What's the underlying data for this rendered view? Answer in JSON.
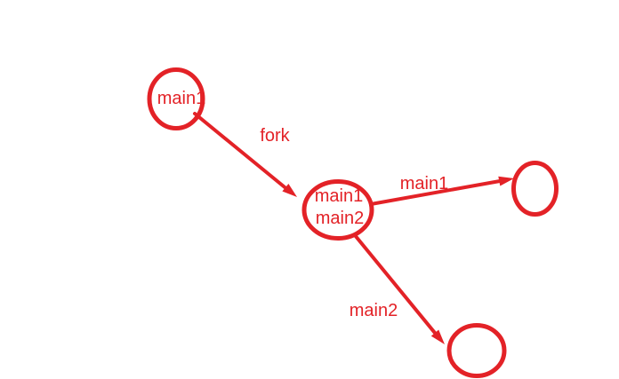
{
  "diagram": {
    "background_color": "#ffffff",
    "accent_color": "#e32227",
    "nodes": [
      {
        "labels": [
          "main1"
        ]
      },
      {
        "labels": [
          "main1",
          "main2"
        ]
      },
      {
        "labels": []
      },
      {
        "labels": []
      }
    ],
    "edges": [
      {
        "label": "fork"
      },
      {
        "label": "main1"
      },
      {
        "label": "main2"
      }
    ]
  }
}
